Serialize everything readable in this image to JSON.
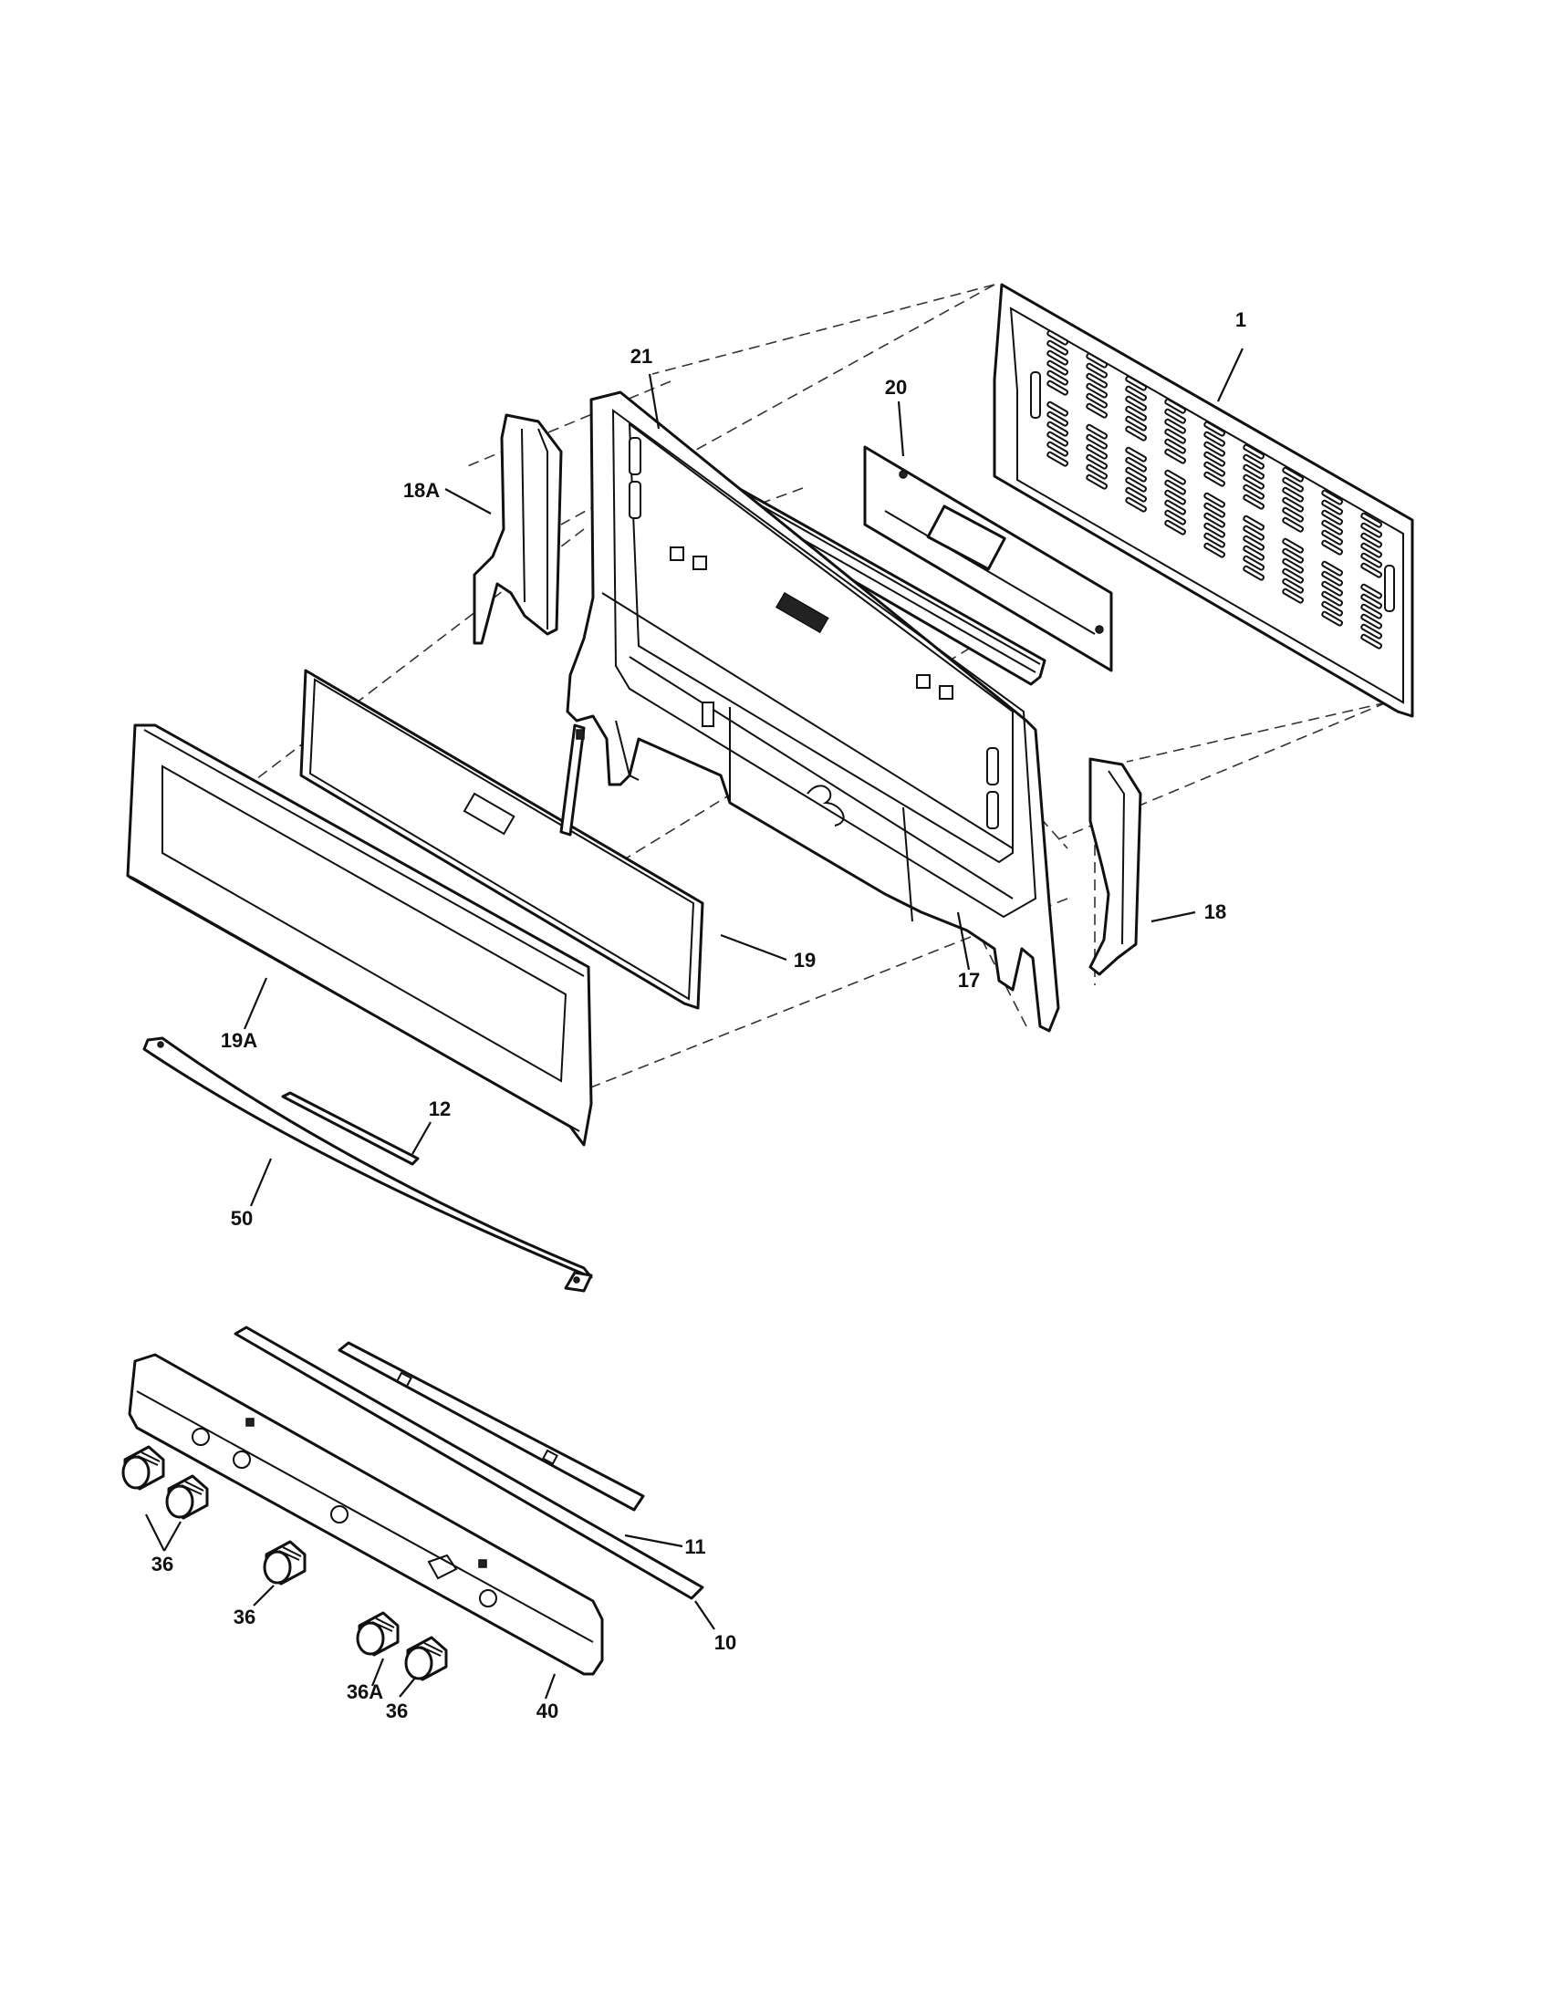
{
  "callouts": {
    "c1": "1",
    "c21": "21",
    "c20": "20",
    "c18a": "18A",
    "c19": "19",
    "c17": "17",
    "c18": "18",
    "c19a": "19A",
    "c12": "12",
    "c50": "50",
    "c11": "11",
    "c10": "10",
    "c36_top": "36",
    "c36_mid": "36",
    "c36a": "36A",
    "c36_bottom": "36",
    "c40": "40"
  },
  "colors": {
    "line": "#111111",
    "background": "#ffffff"
  }
}
